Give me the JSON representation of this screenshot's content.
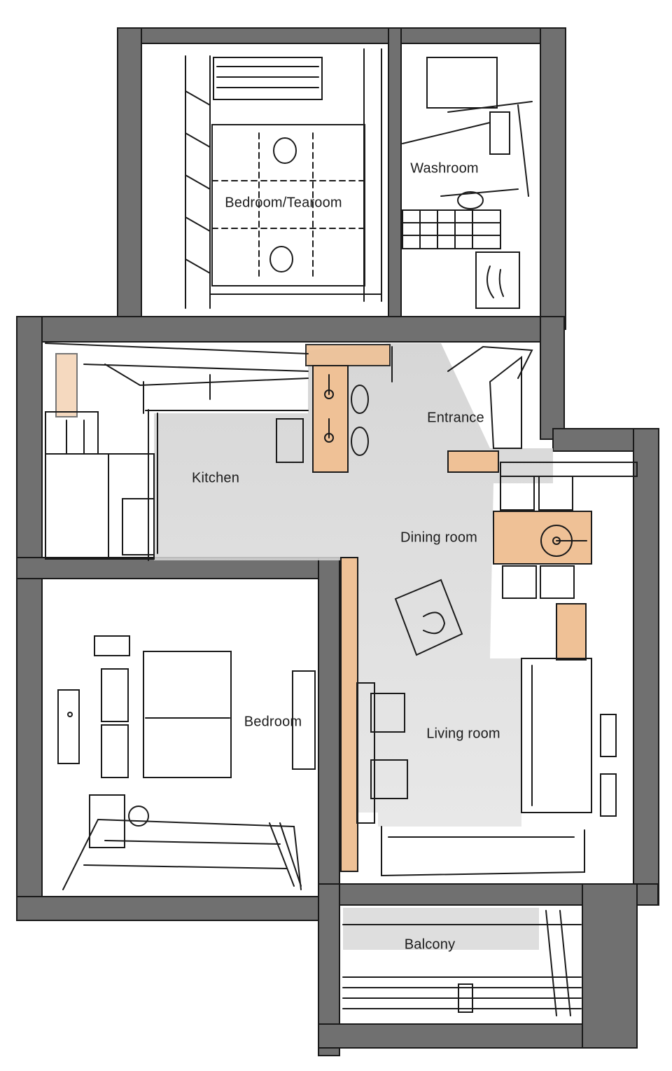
{
  "rooms": {
    "bedroom_tearoom": "Bedroom/Tearoom",
    "washroom": "Washroom",
    "entrance": "Entrance",
    "kitchen": "Kitchen",
    "dining_room": "Dining room",
    "bedroom": "Bedroom",
    "living_room": "Living room",
    "balcony": "Balcony"
  },
  "colors": {
    "wall": "#707070",
    "floor_grey": "#d9d9d9",
    "wood": "#efc196",
    "ink": "#1a1a1a"
  }
}
